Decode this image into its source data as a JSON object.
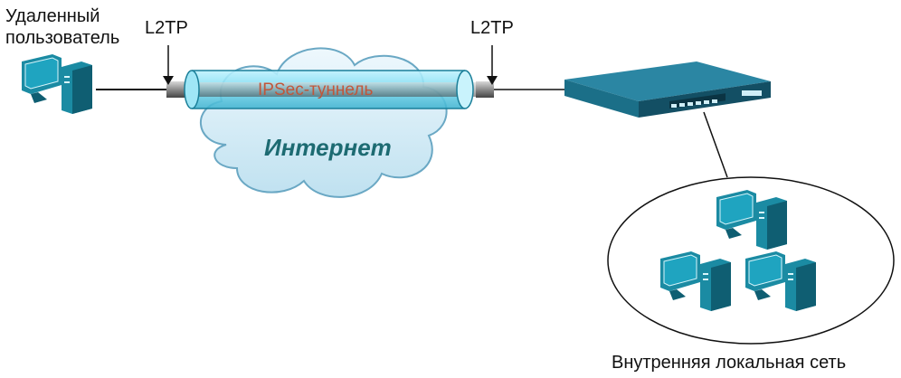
{
  "labels": {
    "remote_user": [
      "Удаленный",
      "пользователь"
    ],
    "l2tp_left": "L2TP",
    "l2tp_right": "L2TP",
    "tunnel": "IPSec-туннель",
    "internet": "Интернет",
    "lan": "Внутренняя локальная сеть"
  },
  "colors": {
    "computer": "#1b8ba3",
    "computer_dark": "#0f5e72",
    "cloud_fill": "#d3ecf7",
    "cloud_stroke": "#6aa8c4",
    "tube": "#7fdcf0",
    "router": "#1f6f88"
  }
}
